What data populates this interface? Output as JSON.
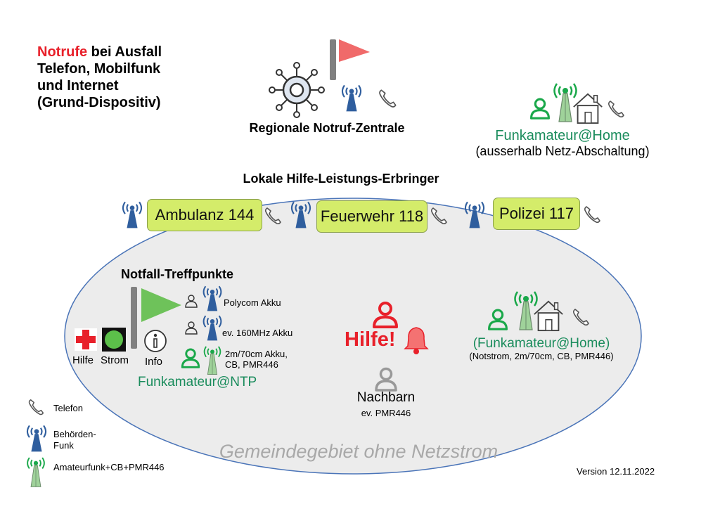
{
  "title": {
    "red": "Notrufe",
    "rest": [
      " bei Ausfall",
      "Telefon, Mobilfunk",
      "und Internet",
      "(Grund-Dispositiv)"
    ]
  },
  "regional_center": {
    "label": "Regionale Notruf-Zentrale"
  },
  "ham_home_top": {
    "label": "Funkamateur@Home",
    "sub": "(ausserhalb Netz-Abschaltung)"
  },
  "local_heading": "Lokale Hilfe-Leistungs-Erbringer",
  "services": [
    {
      "label": "Ambulanz 144"
    },
    {
      "label": "Feuerwehr 118"
    },
    {
      "label": "Polizei 117"
    }
  ],
  "meeting_points": {
    "heading": "Notfall-Treffpunkte",
    "items": [
      {
        "label": "Polycom Akku"
      },
      {
        "label": "ev. 160MHz Akku"
      },
      {
        "label": "2m/70cm Akku,\nCB, PMR446"
      }
    ],
    "signs": [
      {
        "label": "Hilfe"
      },
      {
        "label": "Strom"
      },
      {
        "label": "Info"
      }
    ],
    "ham_label": "Funkamateur@NTP"
  },
  "help": {
    "label": "Hilfe!"
  },
  "neighbors": {
    "label": "Nachbarn",
    "sub": "ev. PMR446"
  },
  "ham_home_inner": {
    "label": "(Funkamateur@Home)",
    "sub": "(Notstrom, 2m/70cm, CB, PMR446)"
  },
  "area_label": "Gemeindegebiet ohne Netzstrom",
  "version": "Version 12.11.2022",
  "legend": [
    {
      "icon": "phone-icon",
      "label": "Telefon"
    },
    {
      "icon": "authority-radio-icon",
      "label": "Behörden-\nFunk"
    },
    {
      "icon": "amateur-radio-icon",
      "label": "Amateurfunk+CB+PMR446"
    }
  ],
  "colors": {
    "red": "#e8202a",
    "green": "#1aa84a",
    "teal_text": "#1a8c5c",
    "blue_tower": "#2f5e9e",
    "box_fill": "#d4ec6a",
    "ellipse_fill": "#ececec",
    "ellipse_stroke": "#4a74b8"
  }
}
